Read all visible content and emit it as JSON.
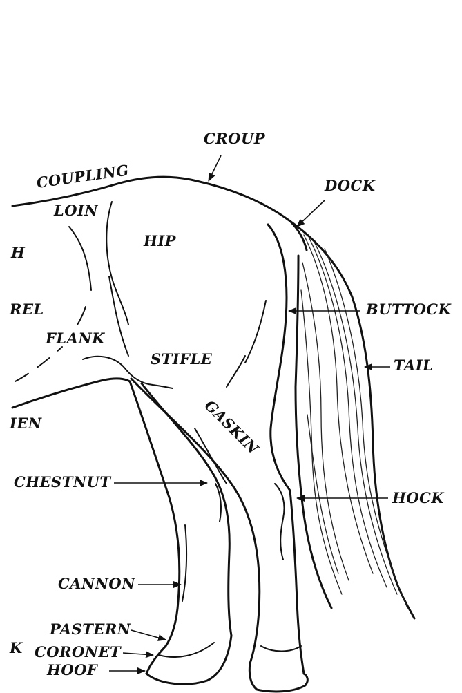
{
  "diagram": {
    "labels": {
      "croup": "CROUP",
      "coupling": "COUPLING",
      "dock": "DOCK",
      "loin": "LOIN",
      "hip": "HIP",
      "h_partial": "H",
      "buttock": "BUTTOCK",
      "barrel_partial": "REL",
      "flank": "FLANK",
      "stifle": "STIFLE",
      "tail": "TAIL",
      "gaskin": "GASKIN",
      "abdomen_partial": "IEN",
      "chestnut": "CHESTNUT",
      "hock": "HOCK",
      "cannon": "CANNON",
      "pastern": "PASTERN",
      "coronet": "CORONET",
      "hoof": "HOOF",
      "k_partial": "K"
    }
  }
}
